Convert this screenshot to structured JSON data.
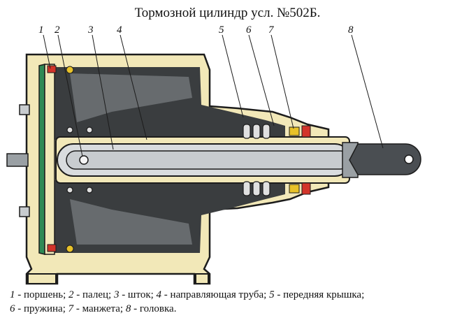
{
  "title": "Тормозной цилиндр усл. №502Б.",
  "callouts": [
    {
      "num": "1"
    },
    {
      "num": "2"
    },
    {
      "num": "3"
    },
    {
      "num": "4"
    },
    {
      "num": "5"
    },
    {
      "num": "6"
    },
    {
      "num": "7"
    },
    {
      "num": "8"
    }
  ],
  "legend": {
    "line1": [
      {
        "num": "1",
        "text": " - поршень; "
      },
      {
        "num": "2",
        "text": " - палец; "
      },
      {
        "num": "3",
        "text": " - шток; "
      },
      {
        "num": "4",
        "text": " - направляющая труба; "
      },
      {
        "num": "5",
        "text": " - передняя крышка;"
      }
    ],
    "line2": [
      {
        "num": "6",
        "text": " - пружина; "
      },
      {
        "num": "7",
        "text": " - манжета; "
      },
      {
        "num": "8",
        "text": " - головка."
      }
    ]
  },
  "colors": {
    "housing": "#f2e8b8",
    "outline": "#1c1c1c",
    "interior": "#3a3d3f",
    "interior_light": "#8d9296",
    "rod": "#c8cccf",
    "piston_seal": "#2f8a55",
    "red_seal": "#d2342a",
    "yellow_seal": "#e8c22a",
    "head": "#4a4e52"
  }
}
